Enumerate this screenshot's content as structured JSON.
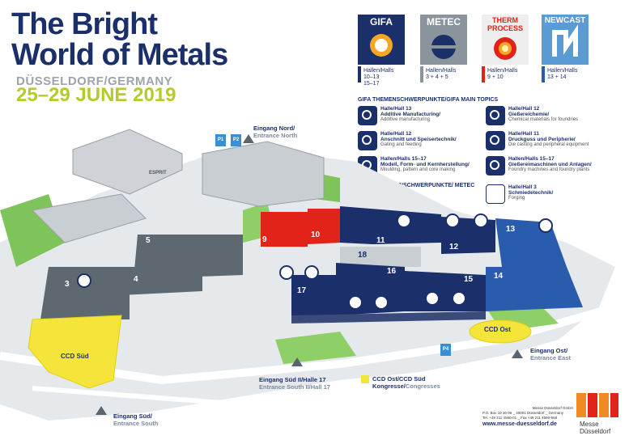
{
  "header": {
    "title_line1": "The Bright",
    "title_line2": "World of Metals",
    "city": "DÜSSELDORF/GERMANY",
    "dates": "25–29 JUNE 2019"
  },
  "fairs": [
    {
      "name": "GIFA",
      "color": "#1b2f6b",
      "bar_color": "#1b2f6b",
      "halls_label": "Hallen/Halls",
      "halls": [
        "10–13",
        "15–17"
      ]
    },
    {
      "name": "METEC",
      "color": "#8a949c",
      "bar_color": "#8a949c",
      "halls_label": "Hallen/Halls",
      "halls": [
        "3 + 4 + 5"
      ]
    },
    {
      "name": "THERM PROCESS",
      "color": "#e2231a",
      "bar_color": "#e2231a",
      "halls_label": "Hallen/Halls",
      "halls": [
        "9 + 10"
      ]
    },
    {
      "name": "NEWCAST",
      "color": "#5a9bd5",
      "bar_color": "#2a5cae",
      "halls_label": "Hallen/Halls",
      "halls": [
        "13 + 14"
      ]
    }
  ],
  "gifa_topics_heading": "GIFA THEMENSCHWERPUNKTE/GIFA MAIN TOPICS",
  "gifa_topics": [
    {
      "hall": "Halle/Hall 13",
      "de": "Additive Manufacturing/",
      "en": "Additive manufacturing"
    },
    {
      "hall": "Halle/Hall 12",
      "de": "Gießereichemie/",
      "en": "Chemical materials for foundries"
    },
    {
      "hall": "Halle/Hall 12",
      "de": "Anschnitt und Speisertechnik/",
      "en": "Gating and feeding"
    },
    {
      "hall": "Halle/Hall 11",
      "de": "Druckguss und Peripherie/",
      "en": "Die casting and peripheral equipment"
    },
    {
      "hall": "Hallen/Halls 15–17",
      "de": "Modell, Form- und Kernherstellung/",
      "en": "Moulding, pattern and core making"
    },
    {
      "hall": "Hallen/Halls 15–17",
      "de": "Gießereimaschinen und Anlagen/",
      "en": "Foundry machines and foundry plants"
    }
  ],
  "metec_topics_heading": "METEC THEMENSCHWERPUNKTE/ METEC MAIN TOPICS",
  "metec_topics": [
    {
      "hall": "Halle/Hall 3",
      "de": "Schmiedetechnik/",
      "en": "Forging"
    }
  ],
  "halls": [
    "3",
    "4",
    "5",
    "9",
    "10",
    "11",
    "12",
    "13",
    "14",
    "15",
    "16",
    "17",
    "18"
  ],
  "entrances": {
    "north": {
      "de": "Eingang Nord/",
      "en": "Entrance North"
    },
    "east": {
      "de": "Eingang Ost/",
      "en": "Entrance East"
    },
    "south2": {
      "de": "Eingang Süd II/Halle 17",
      "en": "Entrance South II/Hall 17"
    },
    "south": {
      "de": "Eingang Süd/",
      "en": "Entrance South"
    }
  },
  "congress": {
    "ccd_sud": "CCD Süd",
    "ccd_ost": "CCD Ost",
    "legend_de": "CCD Ost/CCD Süd",
    "legend_de2": "Kongresse/",
    "legend_en": "Congresses",
    "color": "#f5e53a"
  },
  "parking": [
    "P1",
    "P2",
    "P4"
  ],
  "esprit": "ESPRIT",
  "footer": {
    "company": "Messe Düsseldorf GmbH",
    "address": "P.O. Box 10 10 06 _ 40001 Düsseldorf _ Germany",
    "phone": "Tel. +49 211 4560-01 _ Fax +49 211 4560-668",
    "url": "www.messe-duesseldorf.de",
    "logo_text_1": "Messe",
    "logo_text_2": "Düsseldorf"
  }
}
